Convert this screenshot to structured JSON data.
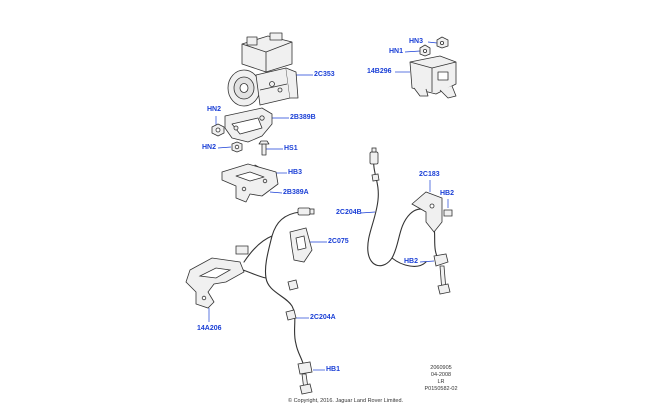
{
  "labels": {
    "c2c353": "2C353",
    "hn3": "HN3",
    "hn1": "HN1",
    "b14b296": "14B296",
    "hn2a": "HN2",
    "b2b389b": "2B389B",
    "hn2b": "HN2",
    "hs1": "HS1",
    "hb3": "HB3",
    "b2b389a": "2B389A",
    "c2c183": "2C183",
    "hb2a": "HB2",
    "c2c204b": "2C204B",
    "c2c075": "2C075",
    "hb2b": "HB2",
    "a14a206": "14A206",
    "c2c204a": "2C204A",
    "hb1": "HB1"
  },
  "meta": {
    "line1": "2060905",
    "line2": "04-2008",
    "line3": "LR",
    "line4": "P0150582-02"
  },
  "copyright": "© Copyright, 2016. Jaguar Land Rover Limited.",
  "colors": {
    "label": "#1a3fd6",
    "linework": "#333333",
    "part_fill": "#f0f0f0"
  }
}
